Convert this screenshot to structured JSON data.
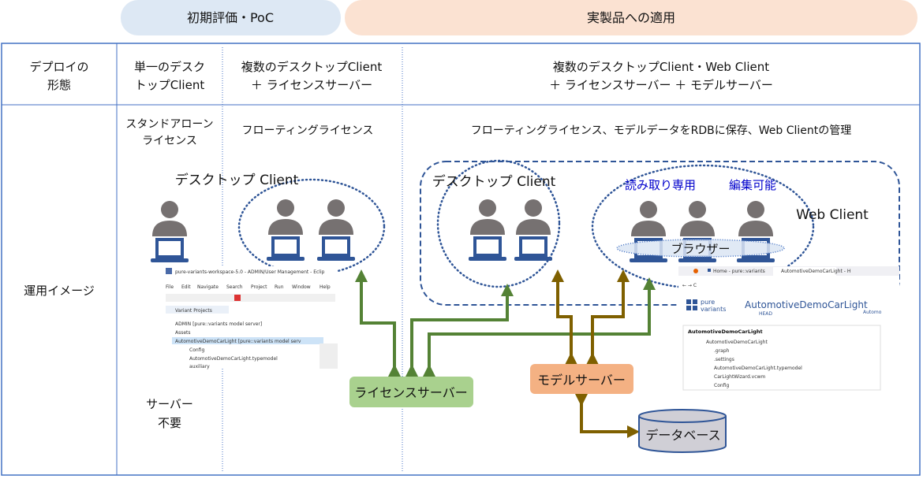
{
  "colors": {
    "frame": "#4472c4",
    "poc_band": "#dde8f4",
    "product_band": "#fbe2d2",
    "license_server": "#a9d18e",
    "model_server": "#f4b183",
    "database": "#d0cfd6",
    "license_arrow": "#548235",
    "model_arrow": "#7f6000",
    "person": "#767171",
    "laptop": "#2f5597",
    "blue_text": "#0000cc"
  },
  "phases": {
    "poc": "初期評価・PoC",
    "product": "実製品への適用"
  },
  "rows": {
    "deploy_label": [
      "デプロイの",
      "形態"
    ],
    "operation_label": "運用イメージ"
  },
  "columns": [
    {
      "deploy": [
        "単一のデスク",
        "トップClient"
      ],
      "operation": [
        "スタンドアローン",
        "ライセンス"
      ],
      "note": [
        "サーバー",
        "不要"
      ]
    },
    {
      "deploy": [
        "複数のデスクトップClient",
        "＋ ライセンスサーバー"
      ],
      "operation": [
        "フローティングライセンス"
      ]
    },
    {
      "deploy": [
        "複数のデスクトップClient・Web Client",
        "＋ ライセンスサーバー ＋ モデルサーバー"
      ],
      "operation": [
        "フローティングライセンス、モデルデータをRDBに保存、Web Clientの管理"
      ]
    }
  ],
  "labels": {
    "desktop_client": "デスクトップ Client",
    "read_only": "読み取り専用",
    "editable": "編集可能",
    "web_client": "Web Client",
    "browser": "ブラウザー",
    "license_server": "ライセンスサーバー",
    "model_server": "モデルサーバー",
    "database": "データベース"
  },
  "icons": [
    "person-icon",
    "laptop-icon",
    "database-icon"
  ],
  "eclipse": {
    "title": "pure-variants-workspace-5.0 - ADMIN/User Management - Eclip",
    "menu": [
      "File",
      "Edit",
      "Navigate",
      "Search",
      "Project",
      "Run",
      "Window",
      "Help"
    ],
    "view": "Variant Projects",
    "tree": [
      "ADMIN [pure::variants model server]",
      "Assets",
      "AutomotiveDemoCarLight [pure::variants model serv",
      "Config",
      "AutomotiveDemoCarLight.typemodel",
      "auxiliary"
    ]
  },
  "webui": {
    "tabs": [
      "Home - pure::variants",
      "AutomotiveDemoCarLight - H"
    ],
    "logo": [
      "pure",
      "variants"
    ],
    "project": "AutomotiveDemoCarLight",
    "branch": "HEAD",
    "side": "Automo",
    "panel": "AutomotiveDemoCarLight",
    "tree": [
      "AutomotiveDemoCarLight",
      ".graph",
      ".settings",
      "AutomotiveDemoCarLight.typemodel",
      "CarLightWizard.vcwm",
      "Config"
    ]
  }
}
